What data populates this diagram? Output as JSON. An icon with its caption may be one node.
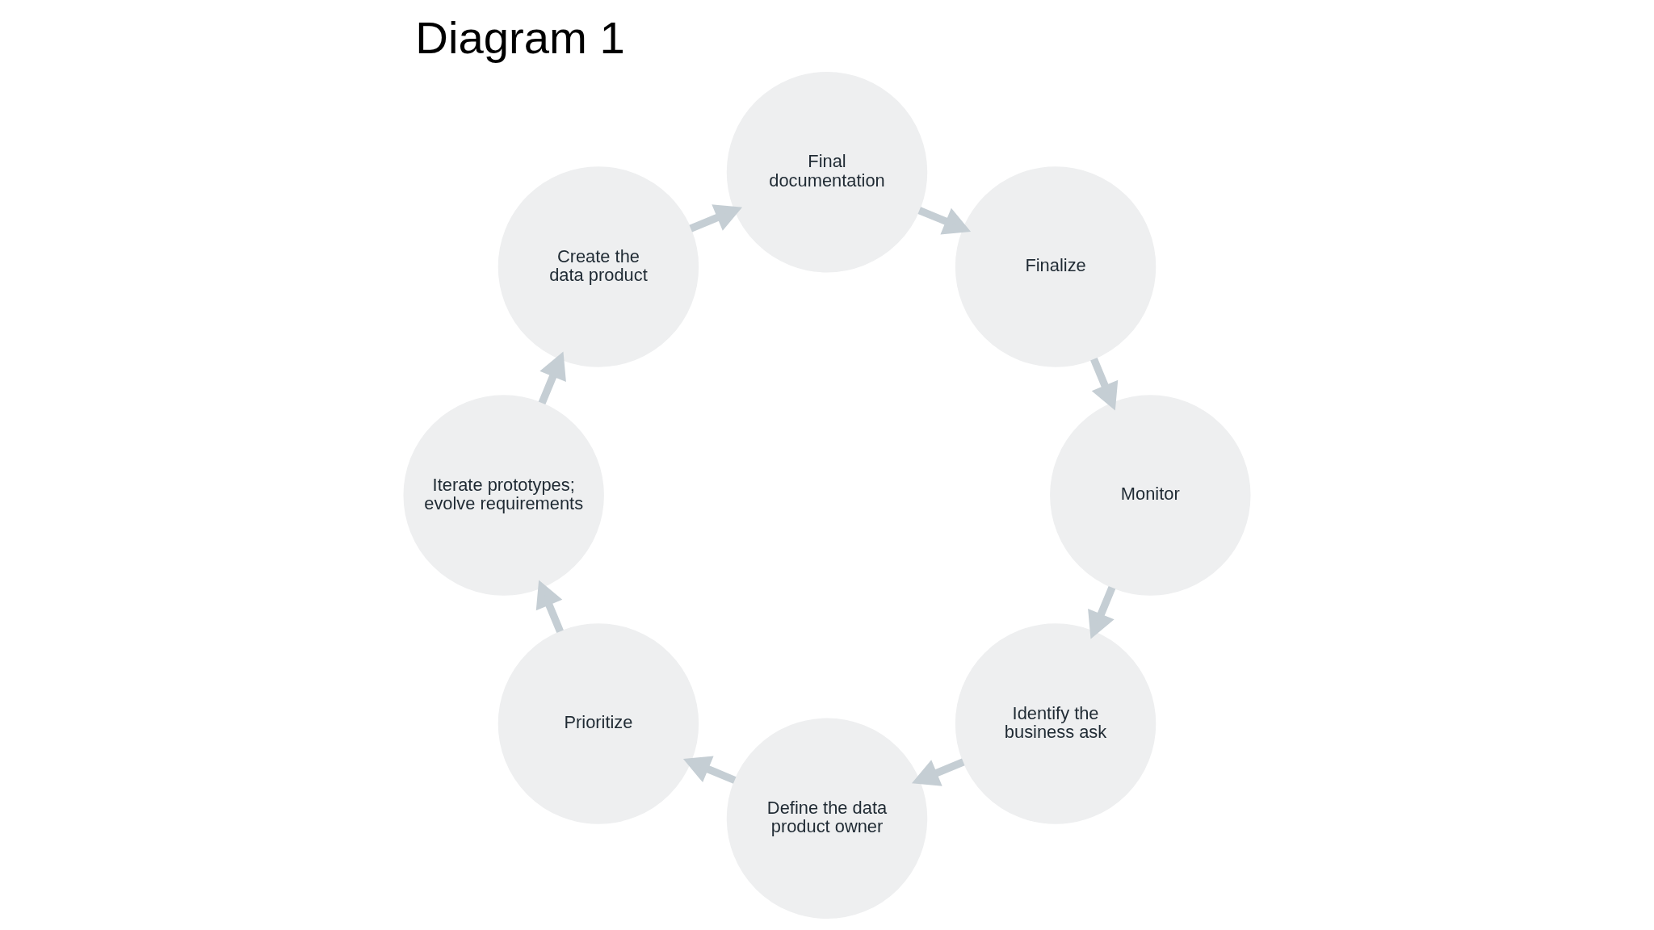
{
  "diagram": {
    "title": "Diagram 1",
    "nodes": [
      {
        "text": [
          "Identify the business ask"
        ]
      },
      {
        "text": [
          "Define the data product owner"
        ]
      },
      {
        "text": [
          "Prioritize"
        ]
      },
      {
        "text": [
          "Iterate prototypes; evolve requirements"
        ]
      },
      {
        "text": [
          "Create the data product"
        ]
      },
      {
        "text": [
          "Final documentation"
        ]
      },
      {
        "text": [
          "Finalize"
        ]
      },
      {
        "text": [
          "Monitor"
        ]
      }
    ],
    "edges": [
      {
        "from": 0,
        "to": 1,
        "arrow": "to"
      },
      {
        "from": 1,
        "to": 2,
        "arrow": "to"
      },
      {
        "from": 2,
        "to": 3,
        "arrow": "to"
      },
      {
        "from": 3,
        "to": 4,
        "arrow": "to"
      },
      {
        "from": 4,
        "to": 5,
        "arrow": "to"
      },
      {
        "from": 5,
        "to": 6,
        "arrow": "to"
      },
      {
        "from": 6,
        "to": 7,
        "arrow": "to"
      },
      {
        "from": 7,
        "to": 0,
        "arrow": "to"
      }
    ]
  }
}
